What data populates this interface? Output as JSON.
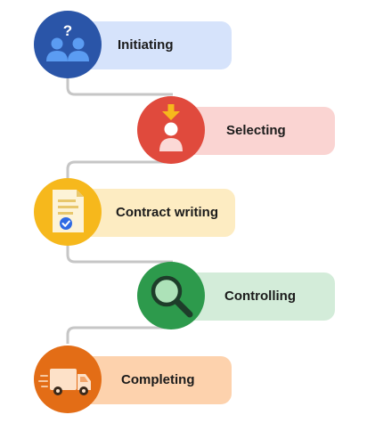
{
  "steps": [
    {
      "label": "Initiating",
      "icon": "users-question-icon",
      "circle_color": "#2a55a8",
      "pill_color": "#d6e3fb"
    },
    {
      "label": "Selecting",
      "icon": "person-select-icon",
      "circle_color": "#e04a3d",
      "pill_color": "#fad4d2"
    },
    {
      "label": "Contract writing",
      "icon": "contract-document-icon",
      "circle_color": "#f6b81c",
      "pill_color": "#fdecc2"
    },
    {
      "label": "Controlling",
      "icon": "magnifier-icon",
      "circle_color": "#2d9a4c",
      "pill_color": "#d3ecd9"
    },
    {
      "label": "Completing",
      "icon": "delivery-truck-icon",
      "circle_color": "#e36d16",
      "pill_color": "#fdd2ad"
    }
  ],
  "connector_color": "#c6c6c6"
}
